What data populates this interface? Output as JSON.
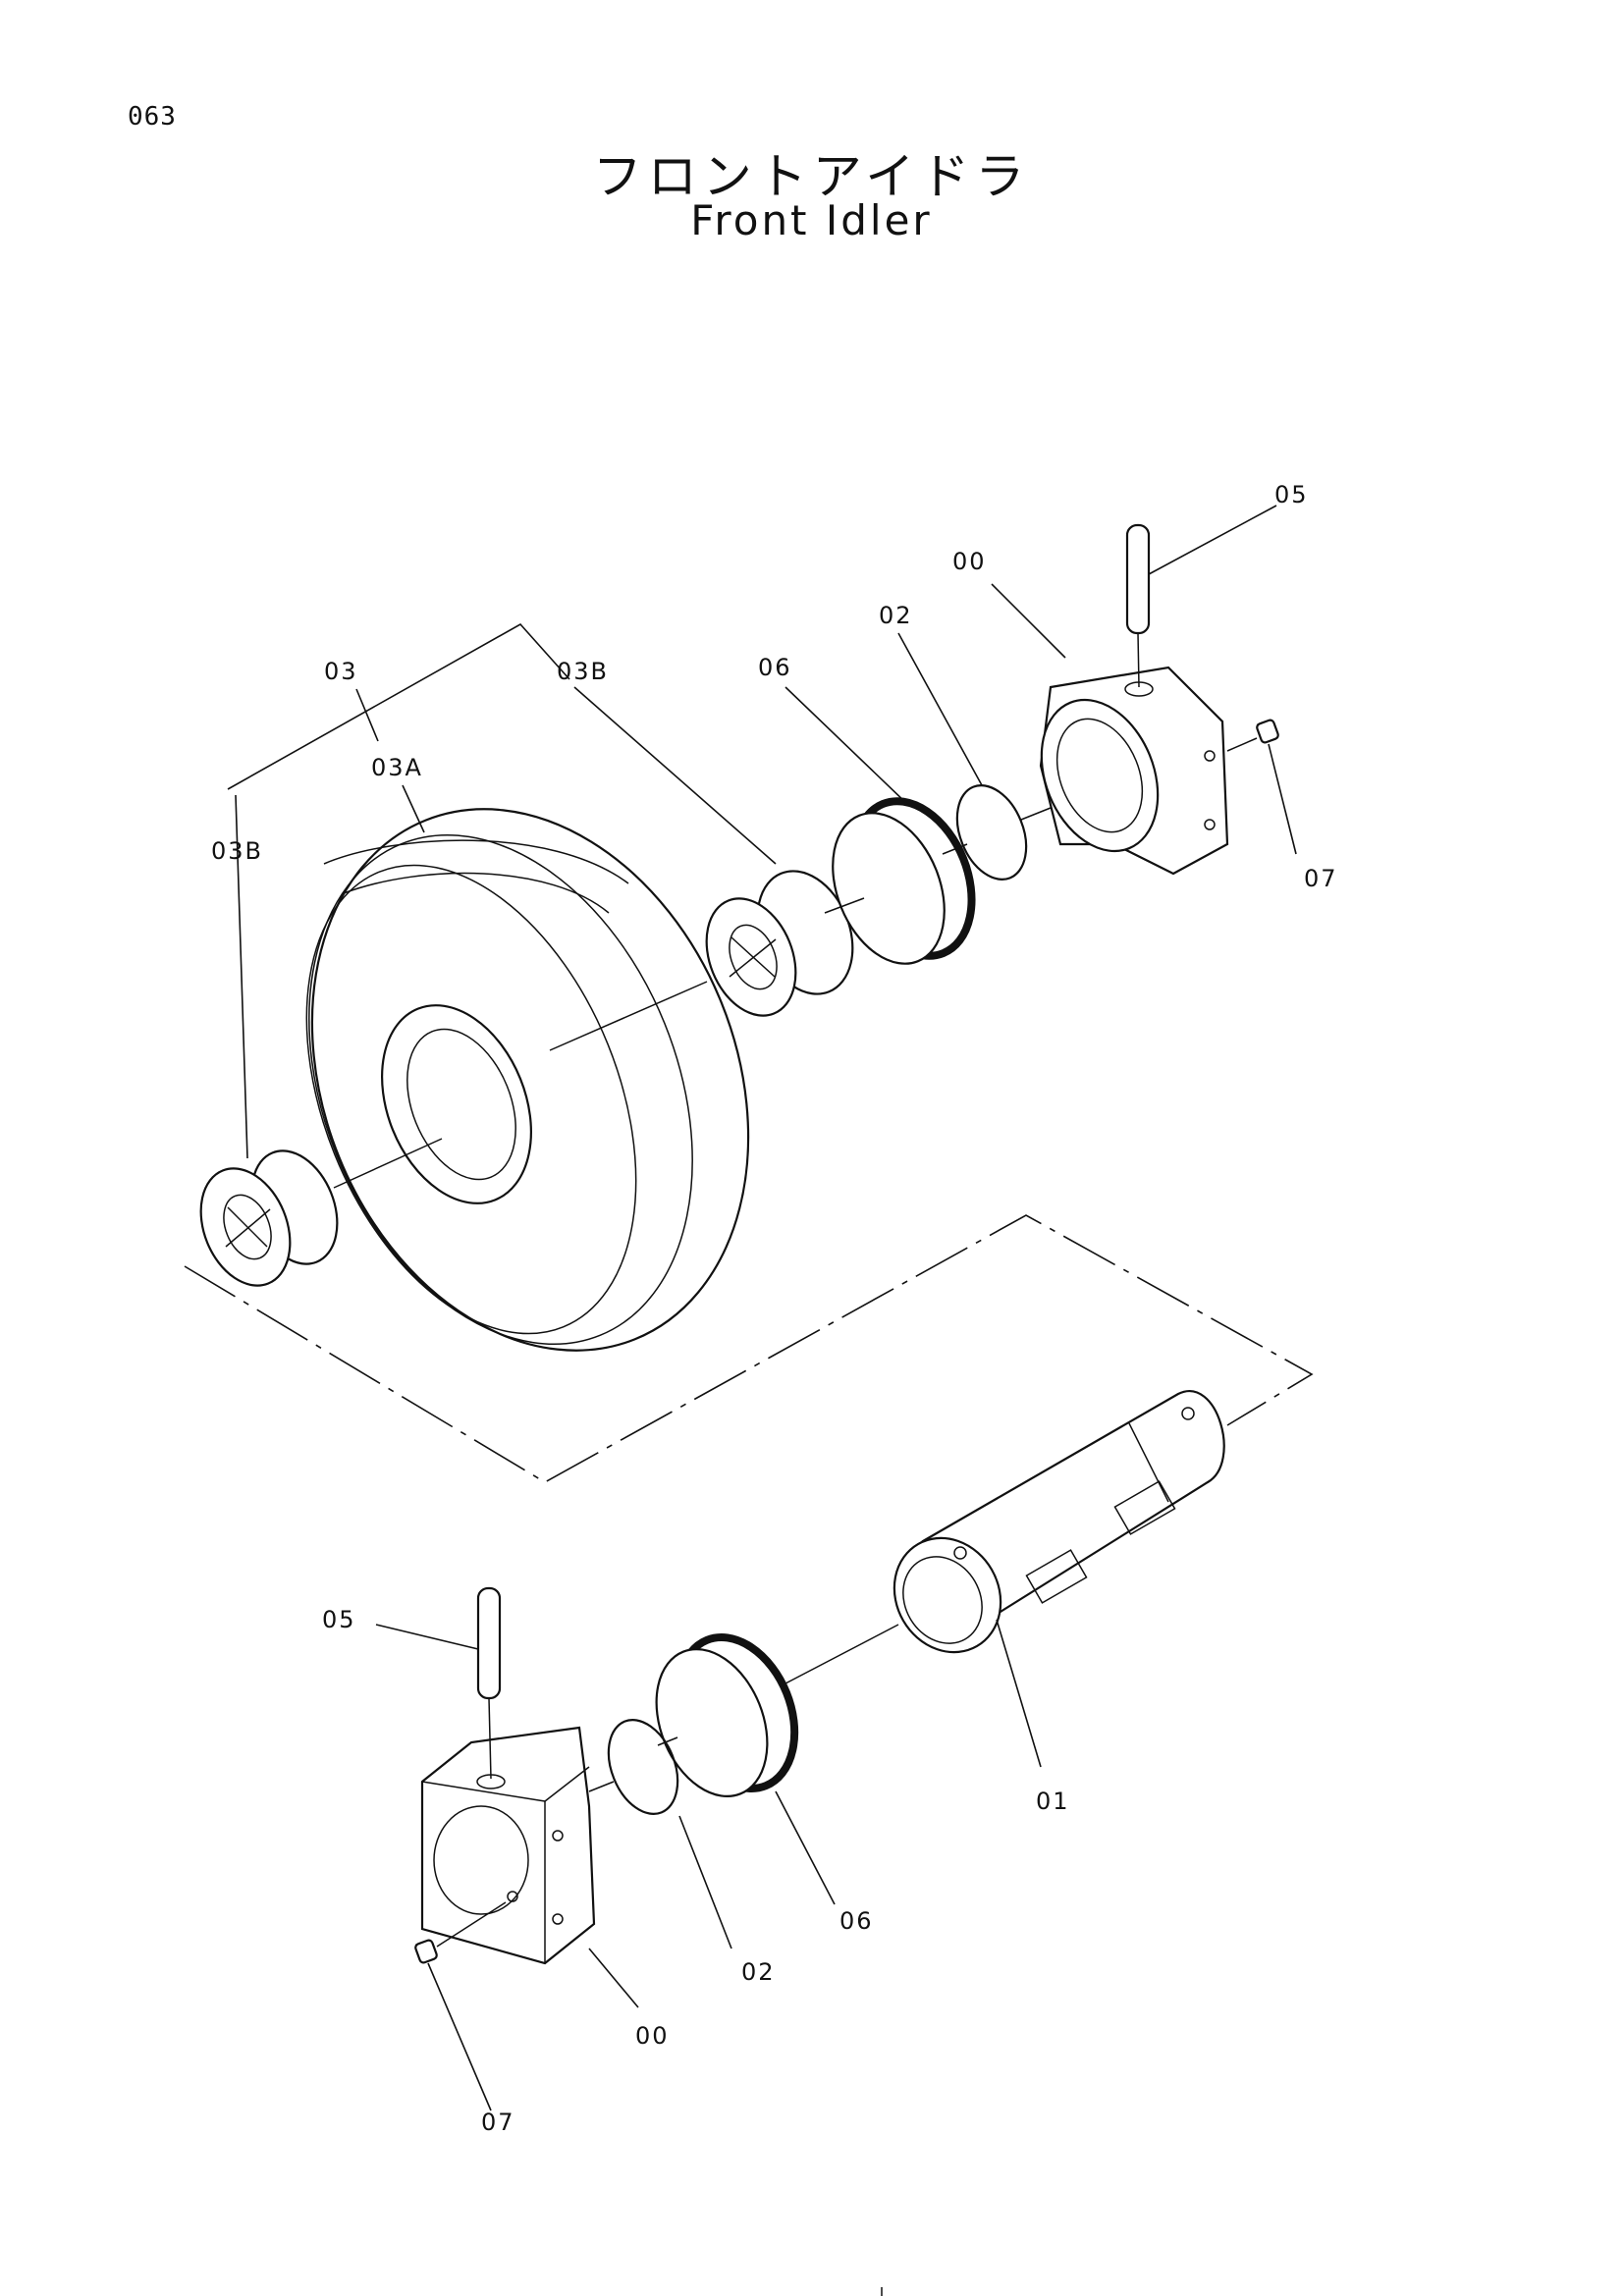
{
  "page_number": "063",
  "title_ja": "フロントアイドラ",
  "title_en": "Front Idler",
  "callouts": {
    "c03": "03",
    "c03A": "03A",
    "c03B_top": "03B",
    "c03B_left": "03B",
    "c06_top": "06",
    "c02_top": "02",
    "c00_top": "00",
    "c05_top": "05",
    "c07_top": "07",
    "c05_bottom": "05",
    "c01": "01",
    "c06_bottom": "06",
    "c02_bottom": "02",
    "c00_bottom": "00",
    "c07_bottom": "07"
  }
}
